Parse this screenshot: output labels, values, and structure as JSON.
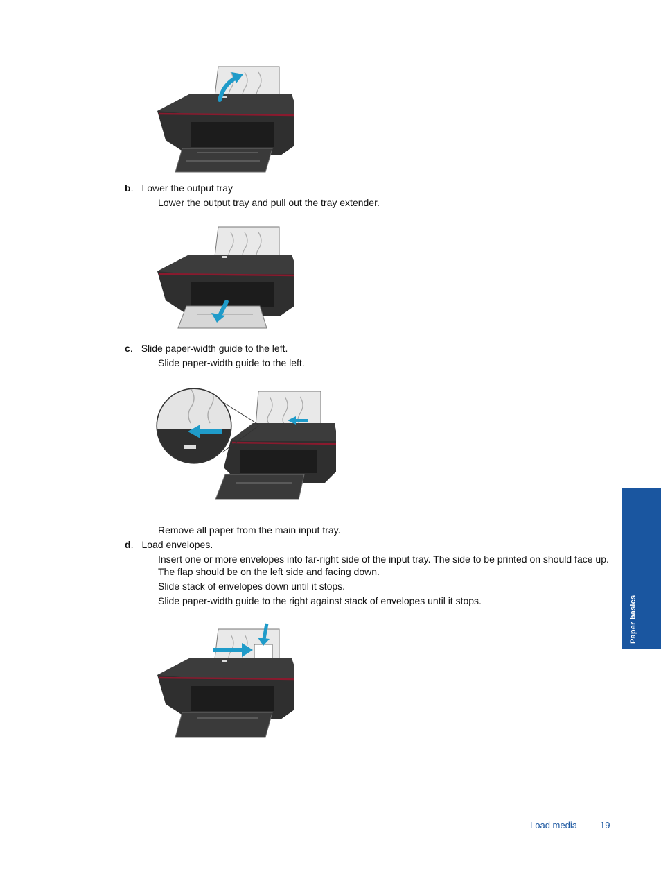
{
  "steps": [
    {
      "letter": "b",
      "sep": ".",
      "title": "Lower the output tray",
      "lines": [
        "Lower the output tray and pull out the tray extender."
      ]
    },
    {
      "letter": "c",
      "sep": ".",
      "title": "Slide paper-width guide to the left.",
      "lines": [
        "Slide paper-width guide to the left."
      ],
      "after_figure": "Remove all paper from the main input tray."
    },
    {
      "letter": "d",
      "sep": ".",
      "title": "Load envelopes.",
      "lines": [
        "Insert one or more envelopes into far-right side of the input tray. The side to be printed on should face up. The flap should be on the left side and facing down.",
        "Slide stack of envelopes down until it stops.",
        "Slide paper-width guide to the right against stack of envelopes until it stops."
      ]
    }
  ],
  "side_tab": {
    "label": "Paper basics",
    "color": "#1a56a0"
  },
  "footer": {
    "section": "Load media",
    "page": "19"
  },
  "colors": {
    "printer_body": "#2f2f2f",
    "accent_stripe": "#8a1a2e",
    "arrow": "#1f9bc9"
  },
  "figures": [
    {
      "name": "figure-raise-input-tray",
      "arrow": "up-curved-arrow-icon"
    },
    {
      "name": "figure-lower-output-tray",
      "arrow": "down-arrow-icon"
    },
    {
      "name": "figure-slide-guide-left",
      "arrow": "left-arrow-icon"
    },
    {
      "name": "figure-load-envelopes",
      "arrow": "right-and-down-arrow-icon"
    }
  ]
}
